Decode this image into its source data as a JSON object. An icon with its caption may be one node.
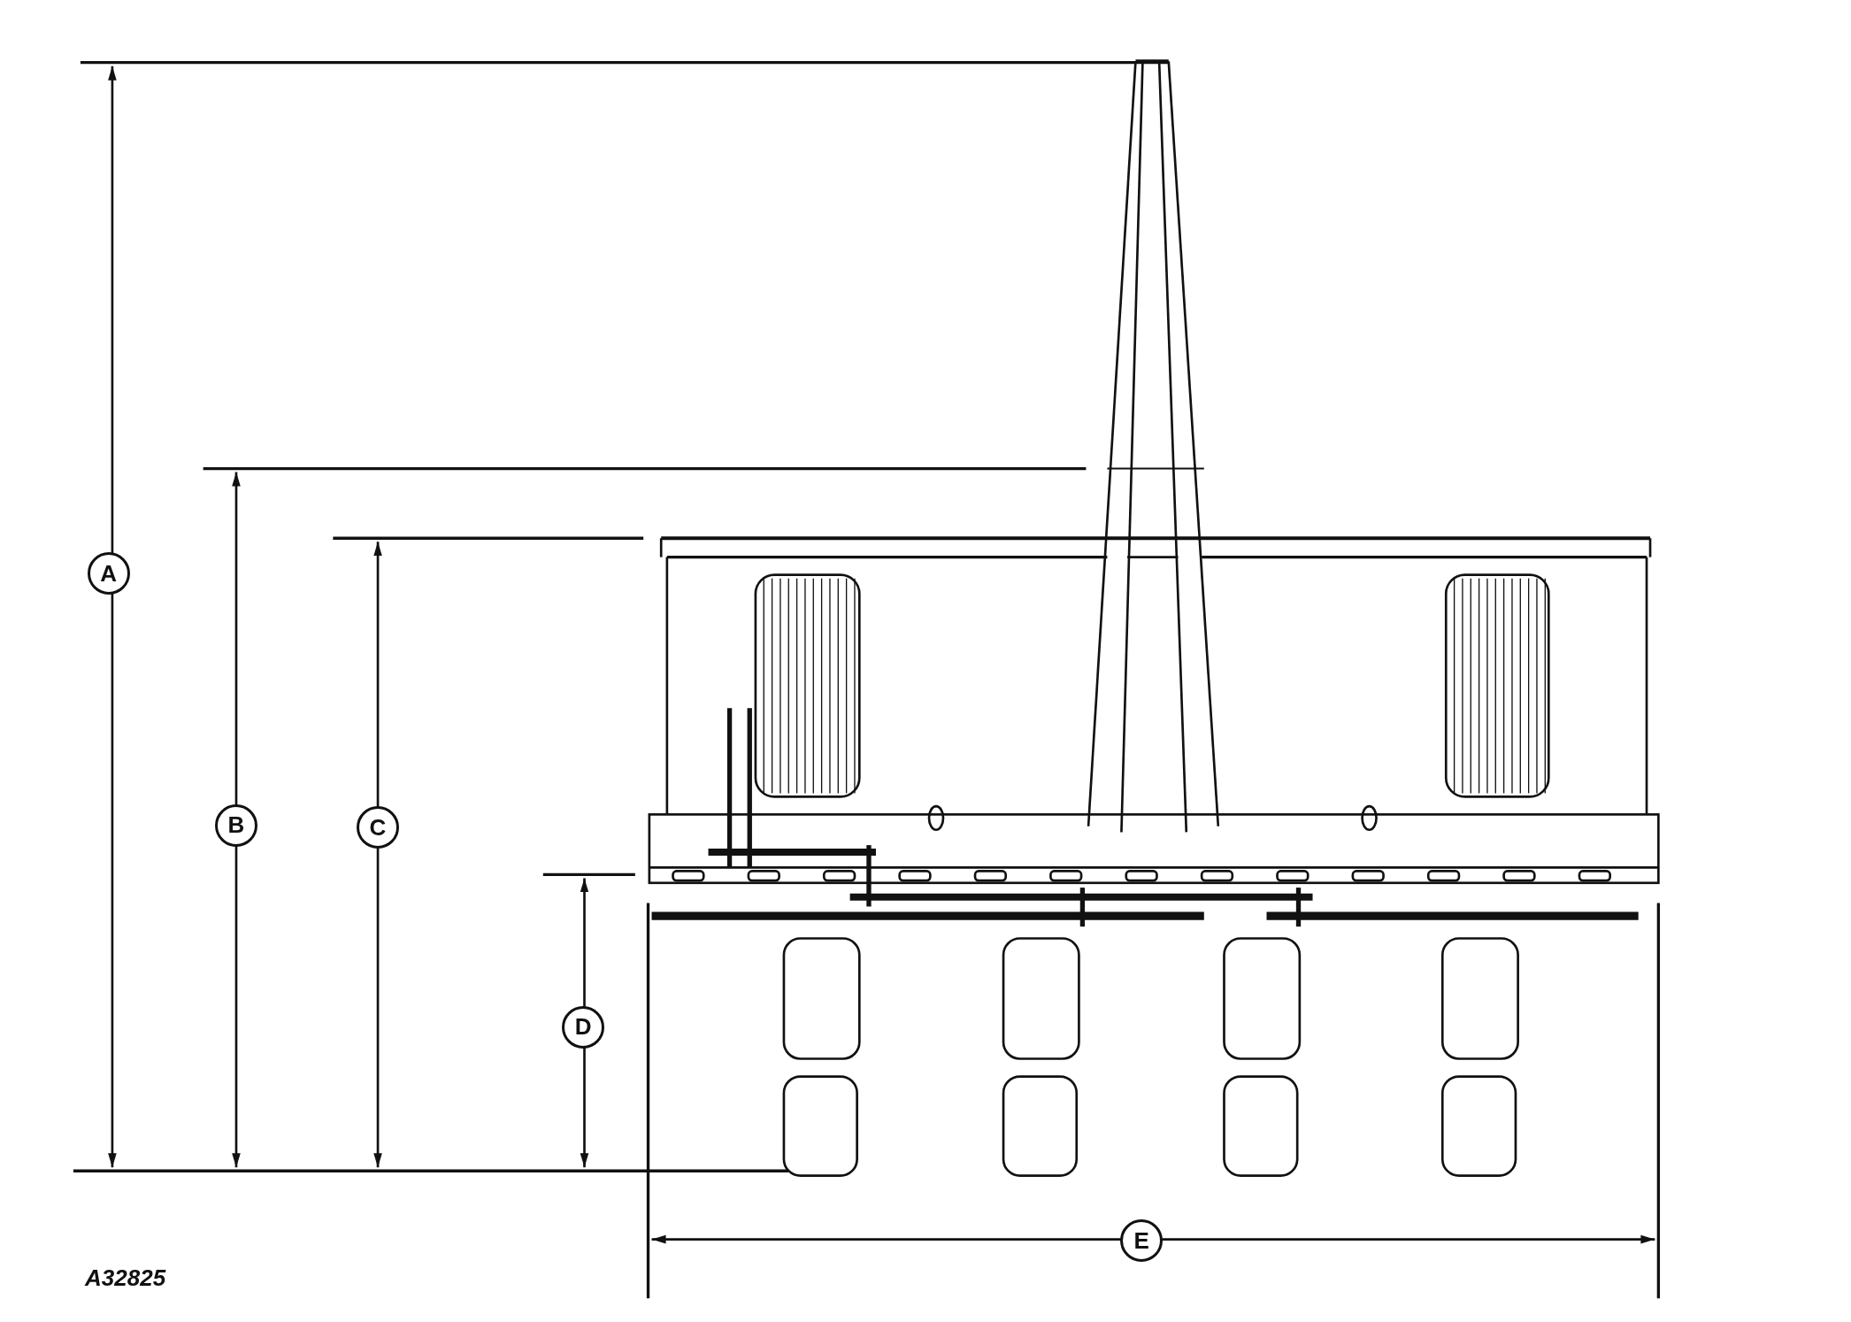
{
  "diagram": {
    "labels": [
      "A",
      "B",
      "C",
      "D",
      "E",
      "A32825"
    ]
  }
}
